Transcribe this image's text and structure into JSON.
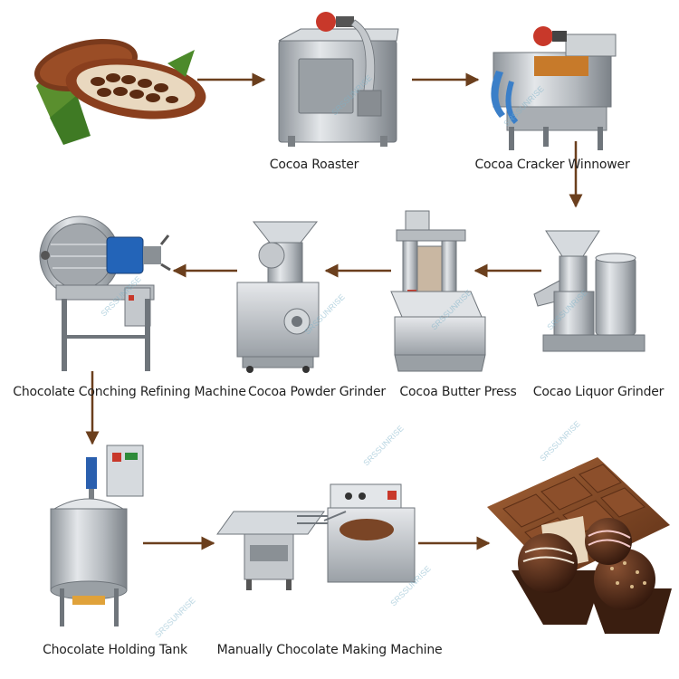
{
  "process_flow": {
    "steps": [
      {
        "id": "cocoa-pods",
        "label": ""
      },
      {
        "id": "cocoa-roaster",
        "label": "Cocoa Roaster"
      },
      {
        "id": "cocoa-cracker-winnower",
        "label": "Cocoa Cracker Winnower"
      },
      {
        "id": "cocao-liquor-grinder",
        "label": "Cocao Liquor Grinder"
      },
      {
        "id": "cocoa-butter-press",
        "label": "Cocoa Butter Press"
      },
      {
        "id": "cocoa-powder-grinder",
        "label": "Cocoa Powder Grinder"
      },
      {
        "id": "chocolate-conching-refining-machine",
        "label": "Chocolate  Conching Refining Machine"
      },
      {
        "id": "chocolate-holding-tank",
        "label": "Chocolate Holding Tank"
      },
      {
        "id": "manually-chocolate-making-machine",
        "label": "Manually Chocolate Making Machine"
      },
      {
        "id": "chocolate-products",
        "label": ""
      }
    ]
  },
  "watermark": {
    "text": "SRSSUNRISE"
  },
  "colors": {
    "arrow": "#6b3f1d",
    "steel": "#b9bdc2",
    "chocolate": "#7a4526",
    "label": "#222222"
  }
}
